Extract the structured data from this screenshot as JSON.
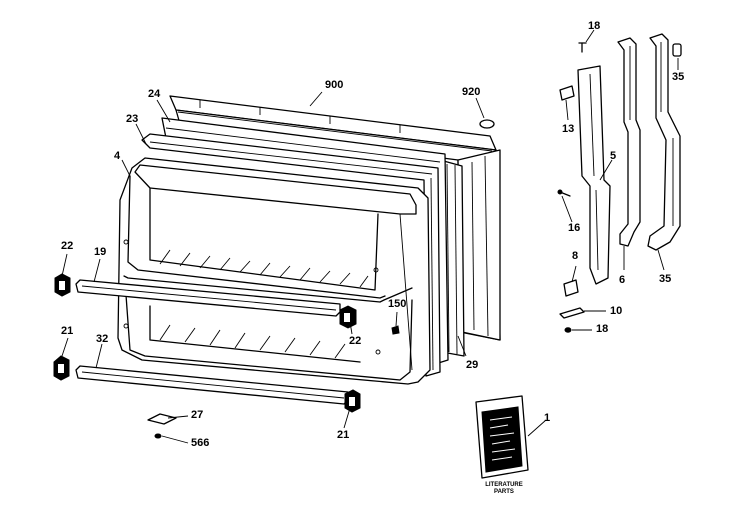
{
  "labels": {
    "l900": "900",
    "l920": "920",
    "l24": "24",
    "l23": "23",
    "l4": "4",
    "l22a": "22",
    "l19": "19",
    "l22b": "22",
    "l150": "150",
    "l21a": "21",
    "l32": "32",
    "l27": "27",
    "l566": "566",
    "l21b": "21",
    "l29": "29",
    "l18a": "18",
    "l13": "13",
    "l35a": "35",
    "l5": "5",
    "l16": "16",
    "l6": "6",
    "l35b": "35",
    "l8": "8",
    "l10": "10",
    "l18b": "18",
    "l1": "1"
  },
  "literature": {
    "line1": "LITERATURE",
    "line2": "PARTS"
  }
}
